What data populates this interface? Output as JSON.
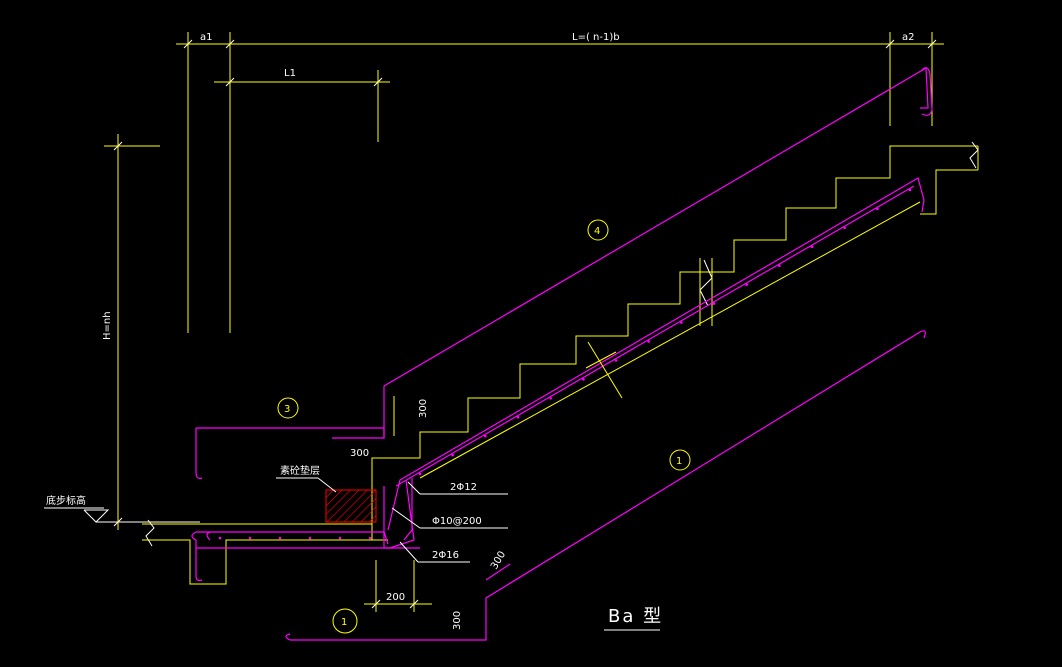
{
  "dimensions": {
    "a1": "a1",
    "span": "L=( n-1)b",
    "a2": "a2",
    "l1": "L1",
    "height": "H=nh",
    "d300_left": "300",
    "d300_vert": "300",
    "d200": "200",
    "d300_bottom_a": "300",
    "d300_bottom_b": "300"
  },
  "labels": {
    "floor_level": "底步标高",
    "concrete_note": "素砼垫层",
    "rebar_top": "2Φ12",
    "rebar_dist": "Φ10@200",
    "rebar_bottom": "2Φ16"
  },
  "markers": {
    "m1_lower": "1",
    "m1_right": "1",
    "m3": "3",
    "m4": "4"
  },
  "title": "Ba 型",
  "colors": {
    "background": "#000000",
    "dimension_lines": "#ffff00",
    "rebar": "#ff00ff",
    "hatch": "#ff0000",
    "text": "#ffffff"
  }
}
